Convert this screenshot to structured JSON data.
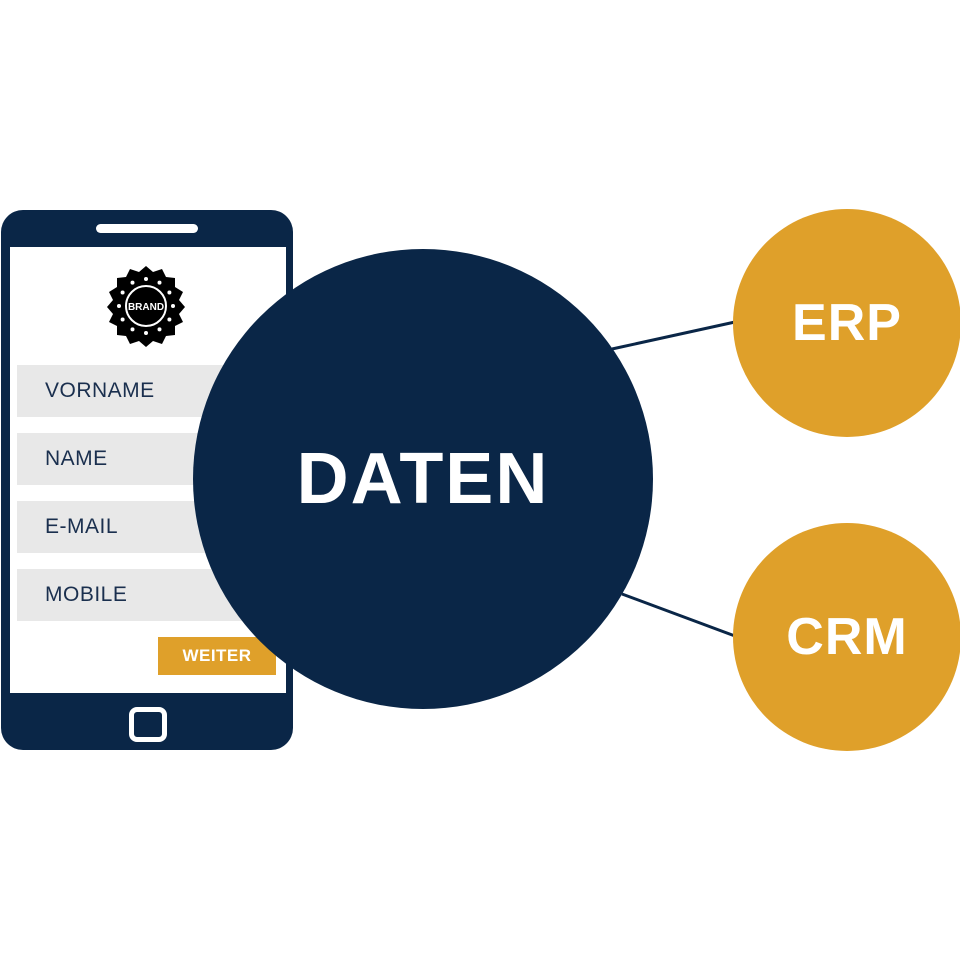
{
  "colors": {
    "navy": "#0a2647",
    "gold": "#dfa02a",
    "field_bg": "#e8e8e8",
    "background": "#ffffff"
  },
  "phone": {
    "logo_text": "BRAND",
    "form": {
      "fields": [
        "VORNAME",
        "NAME",
        "E-MAIL",
        "MOBILE"
      ],
      "submit_label": "WEITER"
    }
  },
  "center_node": {
    "label": "DATEN"
  },
  "targets": [
    {
      "label": "ERP"
    },
    {
      "label": "CRM"
    }
  ],
  "icons": [
    "brand-badge-icon",
    "home-button-icon"
  ]
}
